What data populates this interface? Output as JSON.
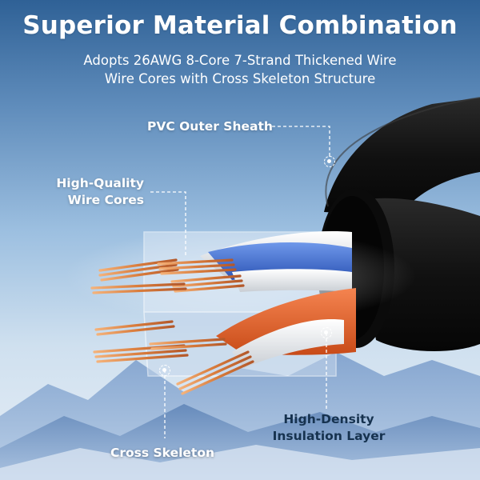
{
  "header": {
    "title": "Superior Material Combination",
    "subtitle_line1": "Adopts 26AWG 8-Core 7-Strand Thickened Wire",
    "subtitle_line2": "Wire Cores with Cross Skeleton Structure"
  },
  "labels": {
    "pvc_outer_sheath": "PVC Outer Sheath",
    "wire_cores_line1": "High-Quality",
    "wire_cores_line2": "Wire Cores",
    "cross_skeleton": "Cross Skeleton",
    "insulation_line1": "High-Density",
    "insulation_line2": "Insulation Layer"
  },
  "colors": {
    "sheath": "#141414",
    "copper": "#e0915a",
    "blue_wire": "#3f6fd4",
    "orange_wire": "#e8622a",
    "white_wire": "#eef0f2"
  }
}
